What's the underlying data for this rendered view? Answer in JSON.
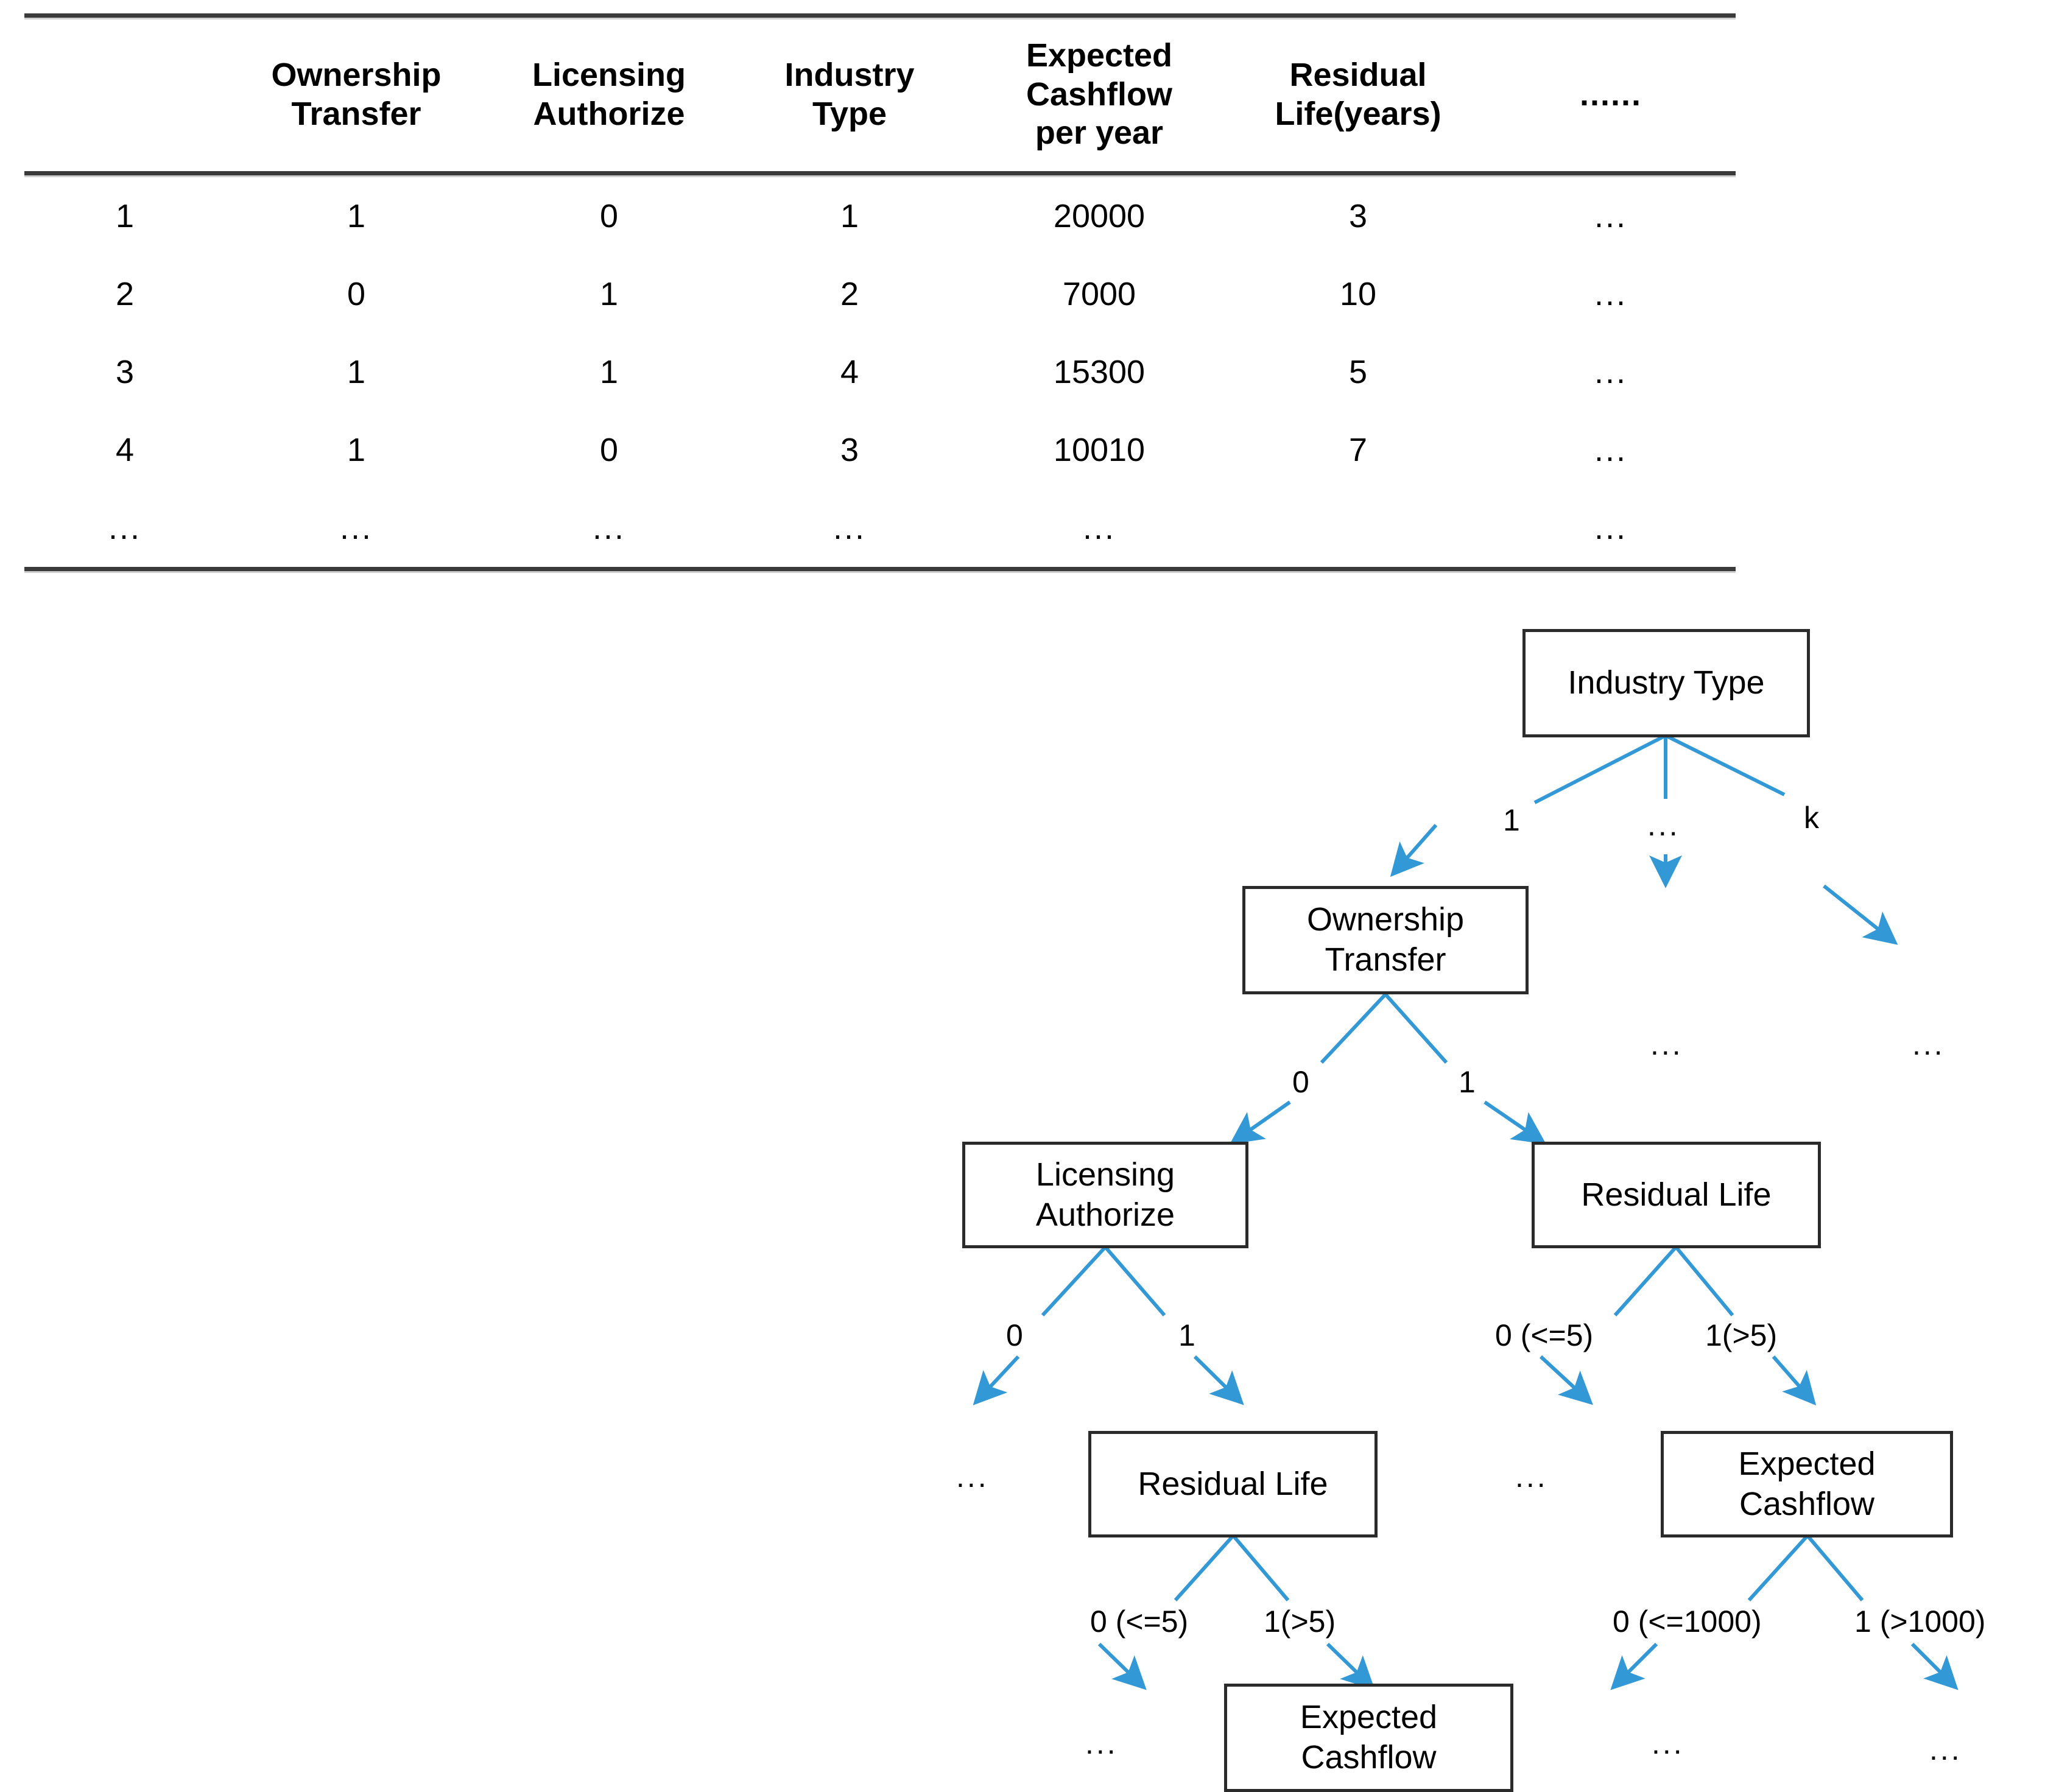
{
  "table": {
    "headers": [
      "",
      "Ownership Transfer",
      "Licensing Authorize",
      "Industry Type",
      "Expected Cashflow per year",
      "Residual Life(years)",
      "......"
    ],
    "header_lines": {
      "h0": "",
      "h1_a": "Ownership",
      "h1_b": "Transfer",
      "h2_a": "Licensing",
      "h2_b": "Authorize",
      "h3_a": "Industry",
      "h3_b": "Type",
      "h4_a": "Expected",
      "h4_b": "Cashflow",
      "h4_c": "per year",
      "h5_a": "Residual",
      "h5_b": "Life(years)",
      "h6": "......"
    },
    "rows": [
      {
        "idx": "1",
        "ownership_transfer": "1",
        "licensing_authorize": "0",
        "industry_type": "1",
        "expected_cashflow": "20000",
        "residual_life": "3",
        "more": "..."
      },
      {
        "idx": "2",
        "ownership_transfer": "0",
        "licensing_authorize": "1",
        "industry_type": "2",
        "expected_cashflow": "7000",
        "residual_life": "10",
        "more": "..."
      },
      {
        "idx": "3",
        "ownership_transfer": "1",
        "licensing_authorize": "1",
        "industry_type": "4",
        "expected_cashflow": "15300",
        "residual_life": "5",
        "more": "..."
      },
      {
        "idx": "4",
        "ownership_transfer": "1",
        "licensing_authorize": "0",
        "industry_type": "3",
        "expected_cashflow": "10010",
        "residual_life": "7",
        "more": "..."
      },
      {
        "idx": "...",
        "ownership_transfer": "...",
        "licensing_authorize": "...",
        "industry_type": "...",
        "expected_cashflow": "...",
        "residual_life": "",
        "more": "..."
      }
    ]
  },
  "tree": {
    "arrow_color": "#3399D6",
    "box_border_color": "#2b2b2b",
    "nodes": {
      "industry_type": {
        "label": "Industry Type"
      },
      "ownership_transfer": {
        "label_line1": "Ownership",
        "label_line2": "Transfer"
      },
      "licensing_authorize": {
        "label_line1": "Licensing",
        "label_line2": "Authorize"
      },
      "residual_life_right": {
        "label": "Residual Life"
      },
      "residual_life_mid": {
        "label": "Residual Life"
      },
      "expected_cashflow_right": {
        "label_line1": "Expected",
        "label_line2": "Cashflow"
      },
      "expected_cashflow_bottom": {
        "label_line1": "Expected",
        "label_line2": "Cashflow"
      }
    },
    "edge_labels": {
      "it_1": "1",
      "it_mid": "...",
      "it_k": "k",
      "ot_0": "0",
      "ot_1": "1",
      "la_0": "0",
      "la_1": "1",
      "rlr_0": "0 (<=5)",
      "rlr_1": "1(>5)",
      "rlm_0": "0 (<=5)",
      "rlm_1": "1(>5)",
      "ecr_0": "0 (<=1000)",
      "ecr_1": "1 (>1000)"
    },
    "leaf_dots": {
      "it_mid_leaf": "...",
      "it_k_leaf": "...",
      "la_0_leaf": "...",
      "rlr_0_leaf": "...",
      "rlm_0_leaf": "...",
      "ecr_0_leaf": "...",
      "ecr_1_leaf": "..."
    }
  }
}
